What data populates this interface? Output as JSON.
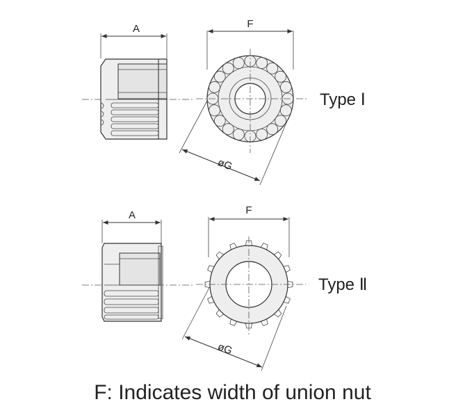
{
  "labels": {
    "dim_a": "A",
    "dim_f": "F",
    "dim_g": "øG",
    "type_1": "Type Ⅰ",
    "type_2": "Type Ⅱ"
  },
  "caption": "F: Indicates width of union nut"
}
